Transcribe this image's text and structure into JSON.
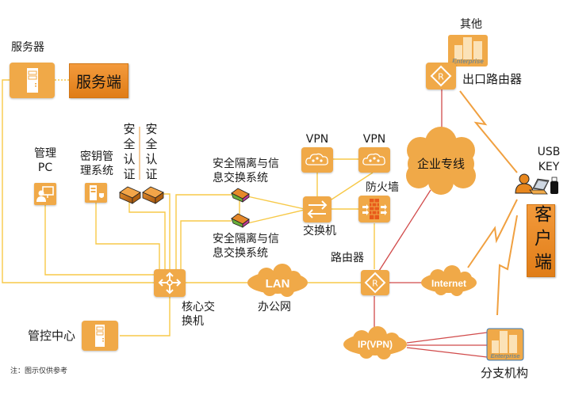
{
  "colors": {
    "node_fill": "#f0a948",
    "link_yellow": "#f7c948",
    "link_red": "#d14b4b",
    "wireless_orange": "#f0a040",
    "badge_orange": "#e8871e"
  },
  "server_side": {
    "server_label": "服务器",
    "badge_label": "服务端"
  },
  "management_pc": {
    "label": "管理\nPC",
    "line1": "管理",
    "line2": "PC"
  },
  "key_management": {
    "line1": "密钥管",
    "line2": "理系统"
  },
  "security_auth": [
    {
      "label": "安全认证"
    },
    {
      "label": "安全认证"
    }
  ],
  "isolation_exchange": [
    {
      "line1": "安全隔离与信",
      "line2": "息交换系统"
    },
    {
      "line1": "安全隔离与信",
      "line2": "息交换系统"
    }
  ],
  "vpn_nodes": [
    {
      "label": "VPN"
    },
    {
      "label": "VPN"
    }
  ],
  "switch": {
    "label": "交换机"
  },
  "firewall": {
    "label": "防火墙"
  },
  "core_switch": {
    "line1": "核心交",
    "line2": "换机"
  },
  "lan": {
    "cloud_label": "LAN",
    "label": "办公网"
  },
  "router": {
    "label": "路由器"
  },
  "exit_router": {
    "label": "出口路由器"
  },
  "other": {
    "label": "其他",
    "building_text": "Enterprise"
  },
  "enterprise_line": {
    "label": "企业专线"
  },
  "internet": {
    "label": "Internet"
  },
  "ipvpn": {
    "label": "IP(VPN)"
  },
  "branch": {
    "label": "分支机构",
    "building_text": "Enterprise"
  },
  "client_side": {
    "usb_line1": "USB",
    "usb_line2": "KEY",
    "badge_label": "客户端"
  },
  "control_center": {
    "label": "管控中心"
  },
  "footnote": "注：图示仅供参考"
}
